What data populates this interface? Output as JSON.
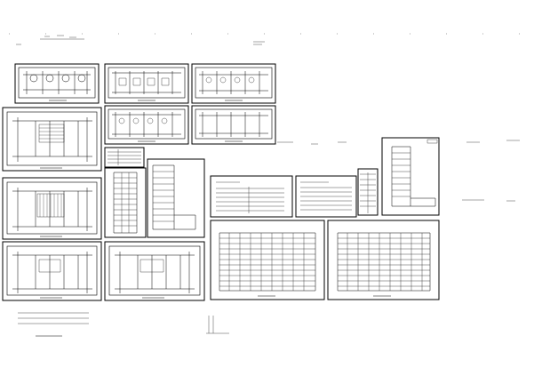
{
  "drawing": {
    "sheets": [
      {
        "id": "plan-1",
        "kind": "floor-plan"
      },
      {
        "id": "plan-2",
        "kind": "floor-plan"
      },
      {
        "id": "plan-3",
        "kind": "floor-plan"
      },
      {
        "id": "plan-4",
        "kind": "floor-plan"
      },
      {
        "id": "plan-5",
        "kind": "floor-plan"
      },
      {
        "id": "plan-6",
        "kind": "floor-plan"
      },
      {
        "id": "plan-7",
        "kind": "floor-plan"
      },
      {
        "id": "plan-8",
        "kind": "floor-plan"
      },
      {
        "id": "plan-9",
        "kind": "floor-plan"
      },
      {
        "id": "plan-10",
        "kind": "floor-plan"
      },
      {
        "id": "legend",
        "kind": "legend"
      },
      {
        "id": "elev-side-1",
        "kind": "side-elevation"
      },
      {
        "id": "elev-side-2",
        "kind": "side-elevation"
      },
      {
        "id": "notes-1",
        "kind": "notes"
      },
      {
        "id": "notes-2",
        "kind": "notes"
      },
      {
        "id": "schedule",
        "kind": "schedule"
      },
      {
        "id": "elev-front-1",
        "kind": "front-elevation"
      },
      {
        "id": "elev-front-2",
        "kind": "front-elevation"
      },
      {
        "id": "section",
        "kind": "section"
      }
    ]
  }
}
